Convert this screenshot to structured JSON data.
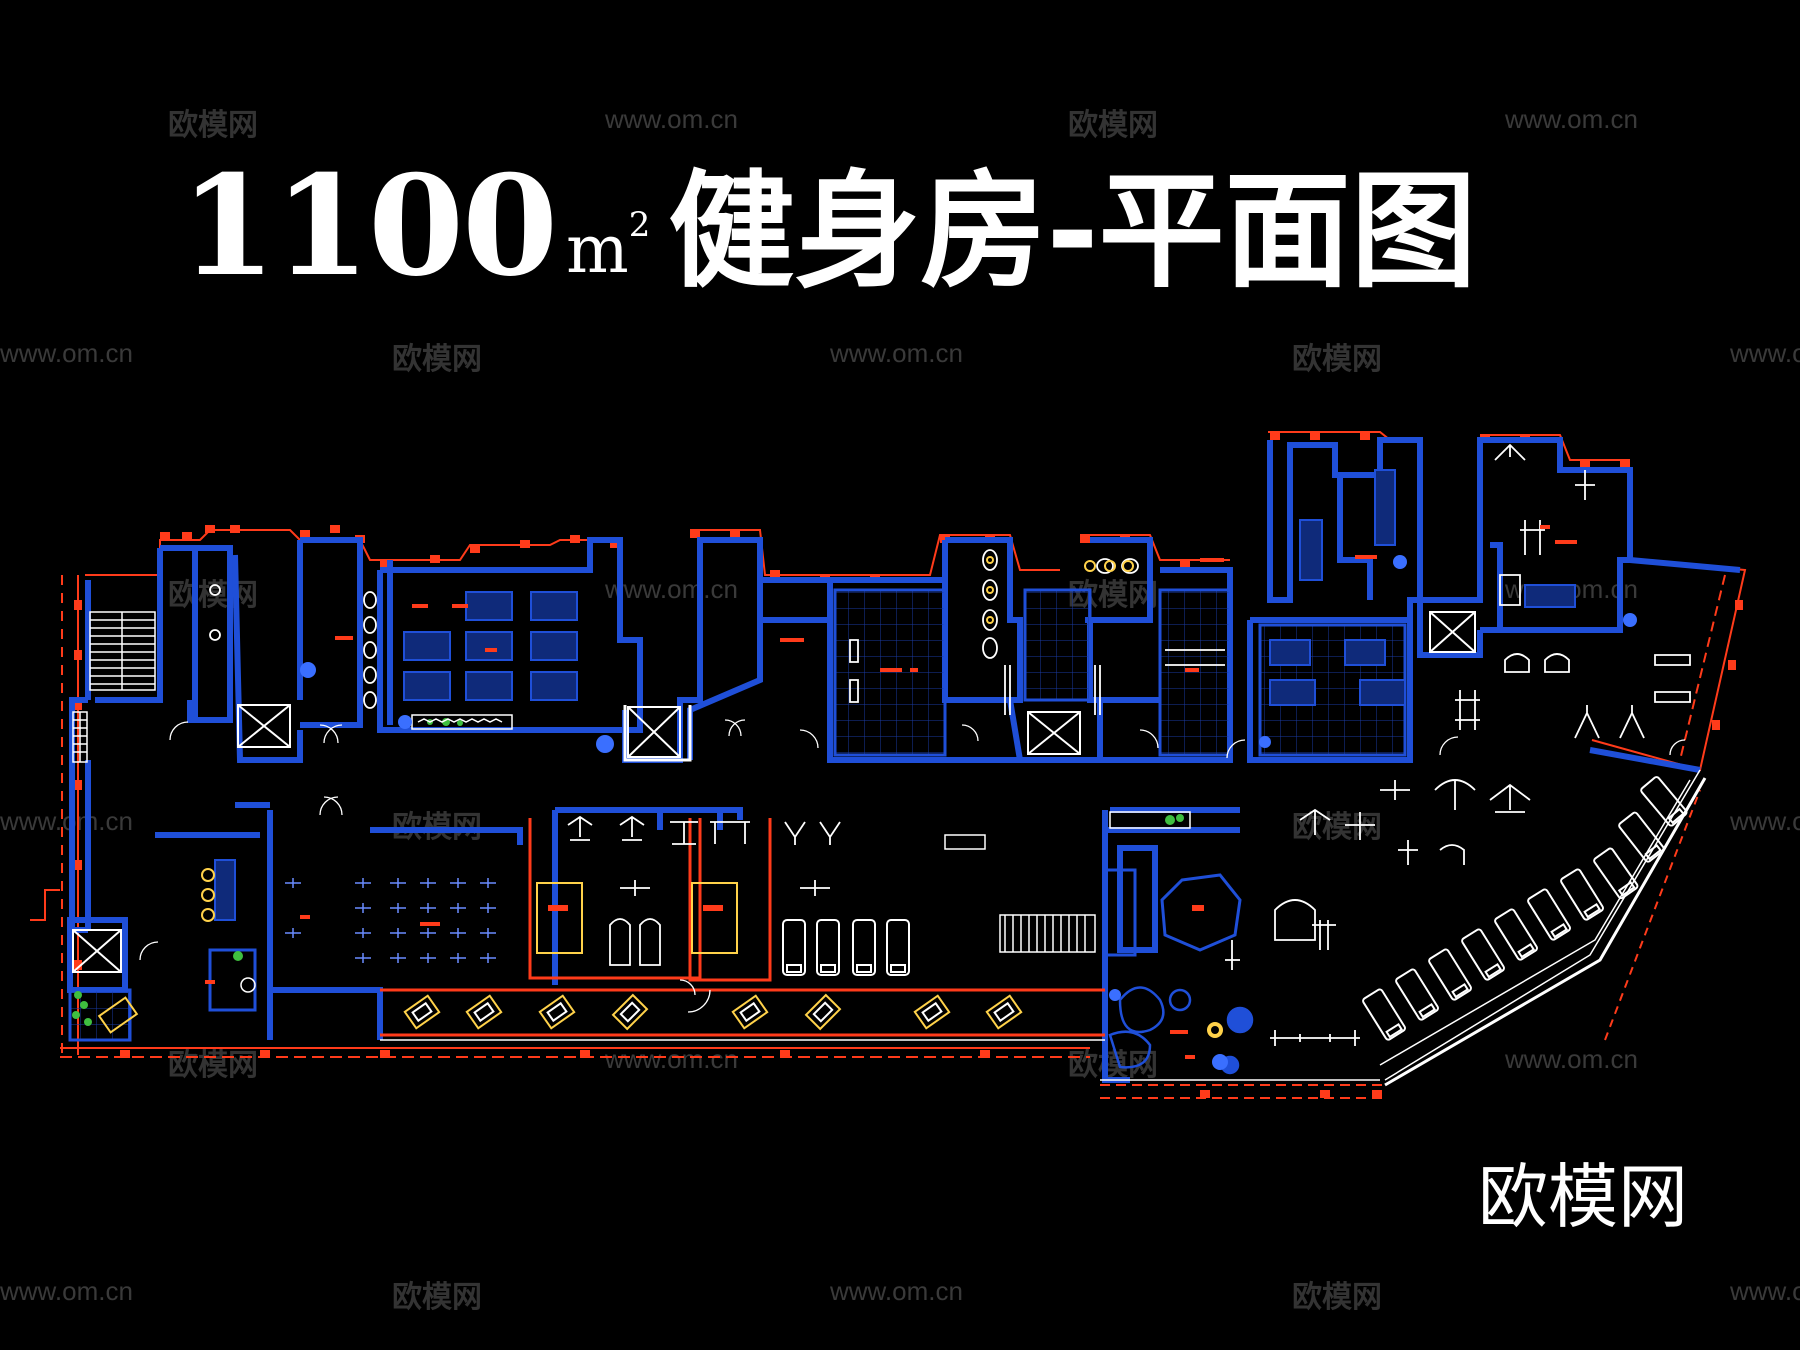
{
  "title": {
    "area_number": "1100",
    "area_unit": "m",
    "area_sup": "2",
    "text": "健身房-平面图"
  },
  "logo": "欧模网",
  "watermarks": {
    "site": "www.om.cn",
    "brand": "欧模网"
  },
  "colors": {
    "background": "#000000",
    "wall": "#1f4fd8",
    "dimension": "#ff3b1a",
    "fixture": "#ffffff",
    "grid": "#1a3aa0",
    "accent": "#ffd24a",
    "plant": "#3fbf3f"
  }
}
